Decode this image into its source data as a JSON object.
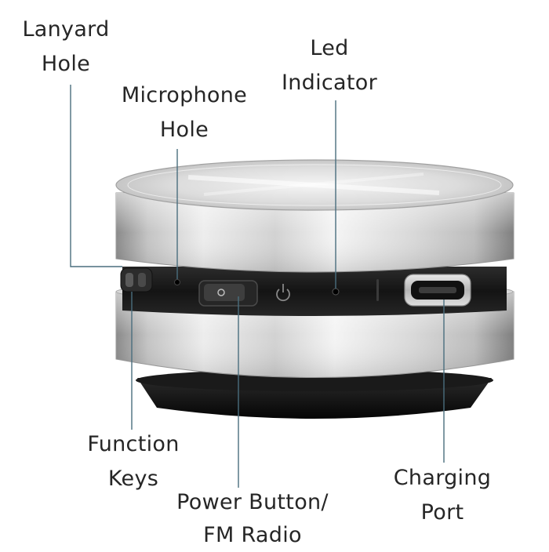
{
  "image": {
    "description_hidden": false
  },
  "labels": {
    "lanyard": {
      "line1": "Lanyard",
      "line2": "Hole"
    },
    "microphone": {
      "line1": "Microphone",
      "line2": "Hole"
    },
    "led": {
      "line1": "Led",
      "line2": "Indicator"
    },
    "function_keys": {
      "line1": "Function",
      "line2": "Keys"
    },
    "power": {
      "line1": "Power Button/",
      "line2": "FM Radio"
    },
    "charging": {
      "line1": "Charging",
      "line2": "Port"
    }
  },
  "colors": {
    "leader_line": "#4a6e7e",
    "silver_light": "#f1f1f1",
    "silver_mid": "#c9c9c9",
    "silver_dark": "#8f8f8f",
    "band": "#1d1d1d",
    "base": "#101010"
  }
}
